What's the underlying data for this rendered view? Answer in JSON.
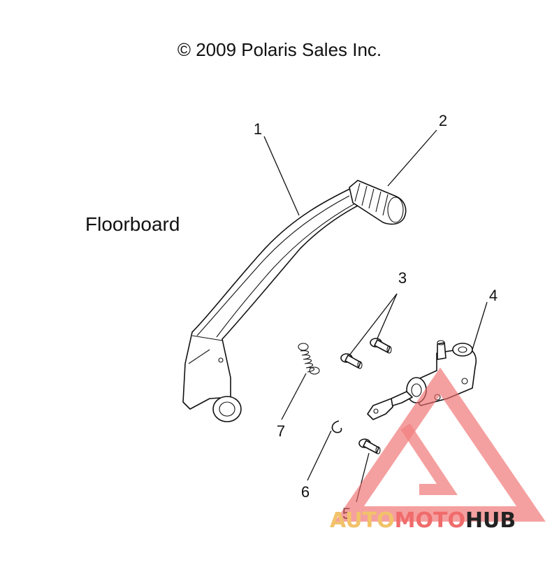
{
  "copyright": "© 2009 Polaris Sales Inc.",
  "section_label": "Floorboard",
  "callouts": [
    {
      "id": "1",
      "text": "1"
    },
    {
      "id": "2",
      "text": "2"
    },
    {
      "id": "3",
      "text": "3"
    },
    {
      "id": "4",
      "text": "4"
    },
    {
      "id": "5",
      "text": "5"
    },
    {
      "id": "6",
      "text": "6"
    },
    {
      "id": "7",
      "text": "7"
    }
  ],
  "watermark": {
    "part1": "AUTO",
    "part2": "MOTO",
    "part3": "HUB",
    "colors": {
      "auto": "#f2c26a",
      "moto": "#f06b6b",
      "hub": "#222222",
      "logo": "#f06b6b"
    }
  }
}
